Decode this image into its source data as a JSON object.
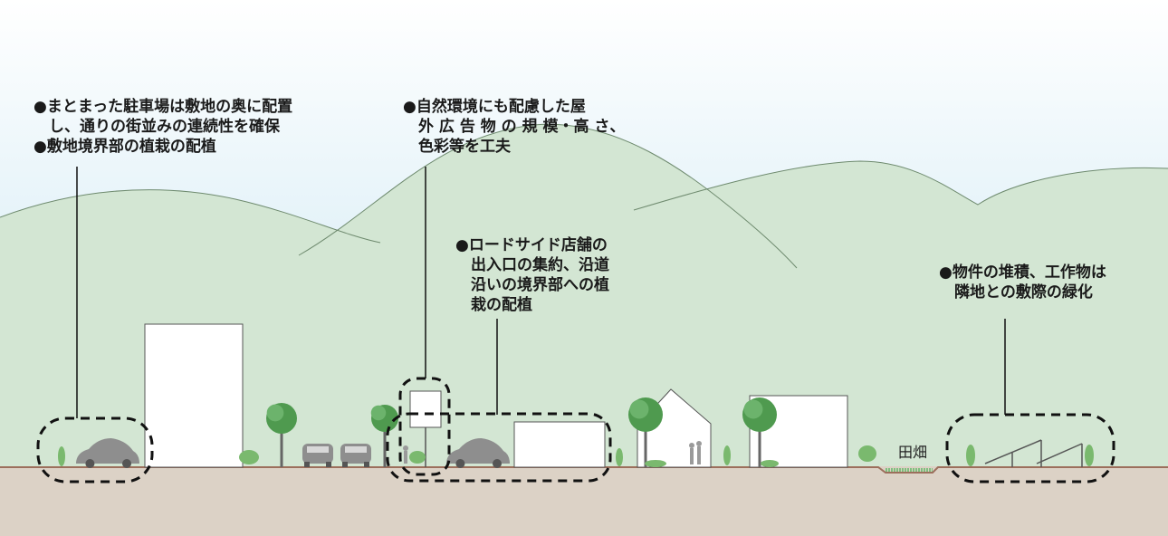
{
  "callouts": {
    "parking": "●まとまった駐車場は敷地の奥に配置\n　し、通りの街並みの連続性を確保\n●敷地境界部の植栽の配植",
    "signage": "●自然環境にも配慮した屋\n　外 広 告 物 の 規 模・高 さ、\n　色彩等を工夫",
    "roadside": "●ロードサイド店舗の\n　出入口の集約、沿道\n　沿いの境界部への植\n　栽の配植",
    "storage": "●物件の堆積、工作物は\n　隣地との敷際の緑化"
  },
  "labels": {
    "field": "田畑"
  },
  "colors": {
    "sky_top": "#ffffff",
    "sky_bottom": "#c9e6f2",
    "hill": "#d3e6d3",
    "hill_outline": "#6e8a6e",
    "ground": "#dcd2c6",
    "ground_line": "#9c6f5c",
    "tree_canopy": "#4f9a4f",
    "tree_trunk": "#666666",
    "shrub": "#7ab96e",
    "car": "#8e8e8e",
    "field_grass": "#7ec07e",
    "outline": "#555555",
    "dashed": "#111111"
  }
}
